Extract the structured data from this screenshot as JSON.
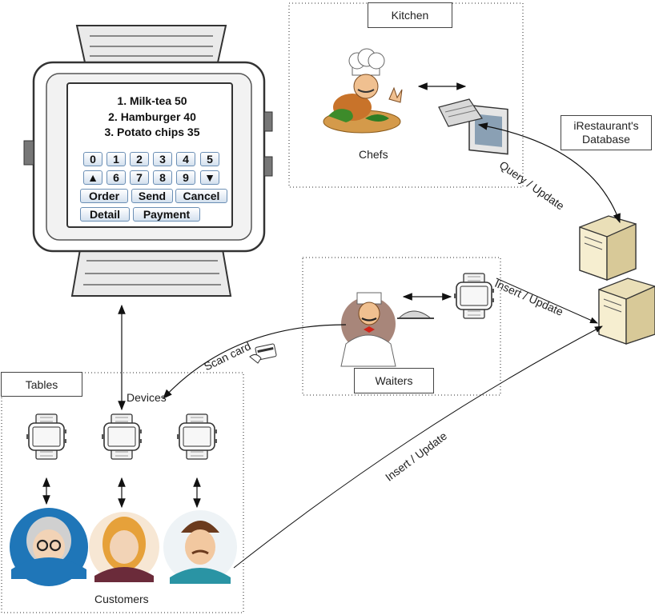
{
  "labels": {
    "kitchen": "Kitchen",
    "chefs": "Chefs",
    "database": "iRestaurant's Database",
    "database_line1": "iRestaurant's",
    "database_line2": "Database",
    "waiters": "Waiters",
    "tables": "Tables",
    "devices": "Devices",
    "customers": "Customers"
  },
  "edges": {
    "query_update": "Query / Update",
    "insert_update_waiters": "Insert / Update",
    "insert_update_customers": "Insert / Update",
    "scan_card": "Scan card"
  },
  "watch_menu": [
    "1. Milk-tea    50",
    "2. Hamburger 40",
    "3. Potato chips 35"
  ],
  "keypad": {
    "row1": [
      "0",
      "1",
      "2",
      "3",
      "4",
      "5"
    ],
    "row2": [
      "▲",
      "6",
      "7",
      "8",
      "9",
      "▼"
    ],
    "row3": [
      "Order",
      "Send",
      "Cancel"
    ],
    "row4": [
      "Detail",
      "Payment"
    ]
  },
  "colors": {
    "watch_strap": "#e7e7e7",
    "screen_bg": "#f4f4f4",
    "key_border": "#6b8fb5",
    "customer_bg": "#1f76b8"
  },
  "icons": [
    "chef-icon",
    "computer-icon",
    "server-icon",
    "waiter-icon",
    "smartwatch-icon",
    "credit-card-icon",
    "customer-avatar-icon"
  ]
}
